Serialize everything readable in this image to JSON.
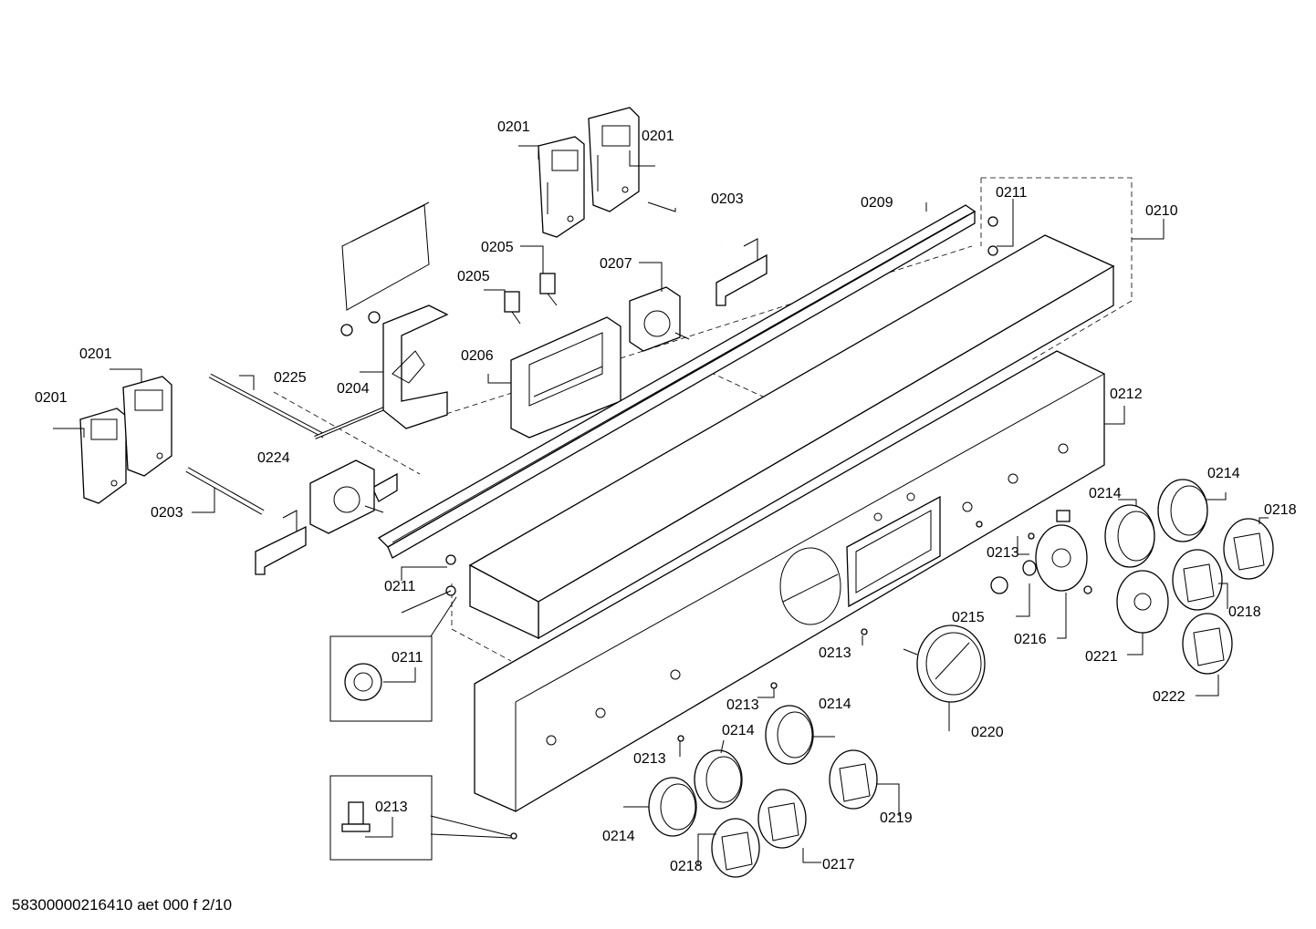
{
  "labels": {
    "p0201_a": "0201",
    "p0201_b": "0201",
    "p0201_c": "0201",
    "p0201_d": "0201",
    "p0203_a": "0203",
    "p0203_b": "0203",
    "p0204": "0204",
    "p0205_a": "0205",
    "p0205_b": "0205",
    "p0206": "0206",
    "p0207": "0207",
    "p0209": "0209",
    "p0210": "0210",
    "p0211_a": "0211",
    "p0211_b": "0211",
    "p0211_detail": "0211",
    "p0212": "0212",
    "p0213_a": "0213",
    "p0213_b": "0213",
    "p0213_c": "0213",
    "p0213_d": "0213",
    "p0213_detail": "0213",
    "p0214_a": "0214",
    "p0214_b": "0214",
    "p0214_c": "0214",
    "p0214_d": "0214",
    "p0214_e": "0214",
    "p0215": "0215",
    "p0216": "0216",
    "p0217": "0217",
    "p0218_a": "0218",
    "p0218_b": "0218",
    "p0218_c": "0218",
    "p0219": "0219",
    "p0220": "0220",
    "p0221": "0221",
    "p0222": "0222",
    "p0224": "0224",
    "p0225": "0225"
  },
  "footer": {
    "document_id": "58300000216410 aet 000 f 2/10"
  }
}
